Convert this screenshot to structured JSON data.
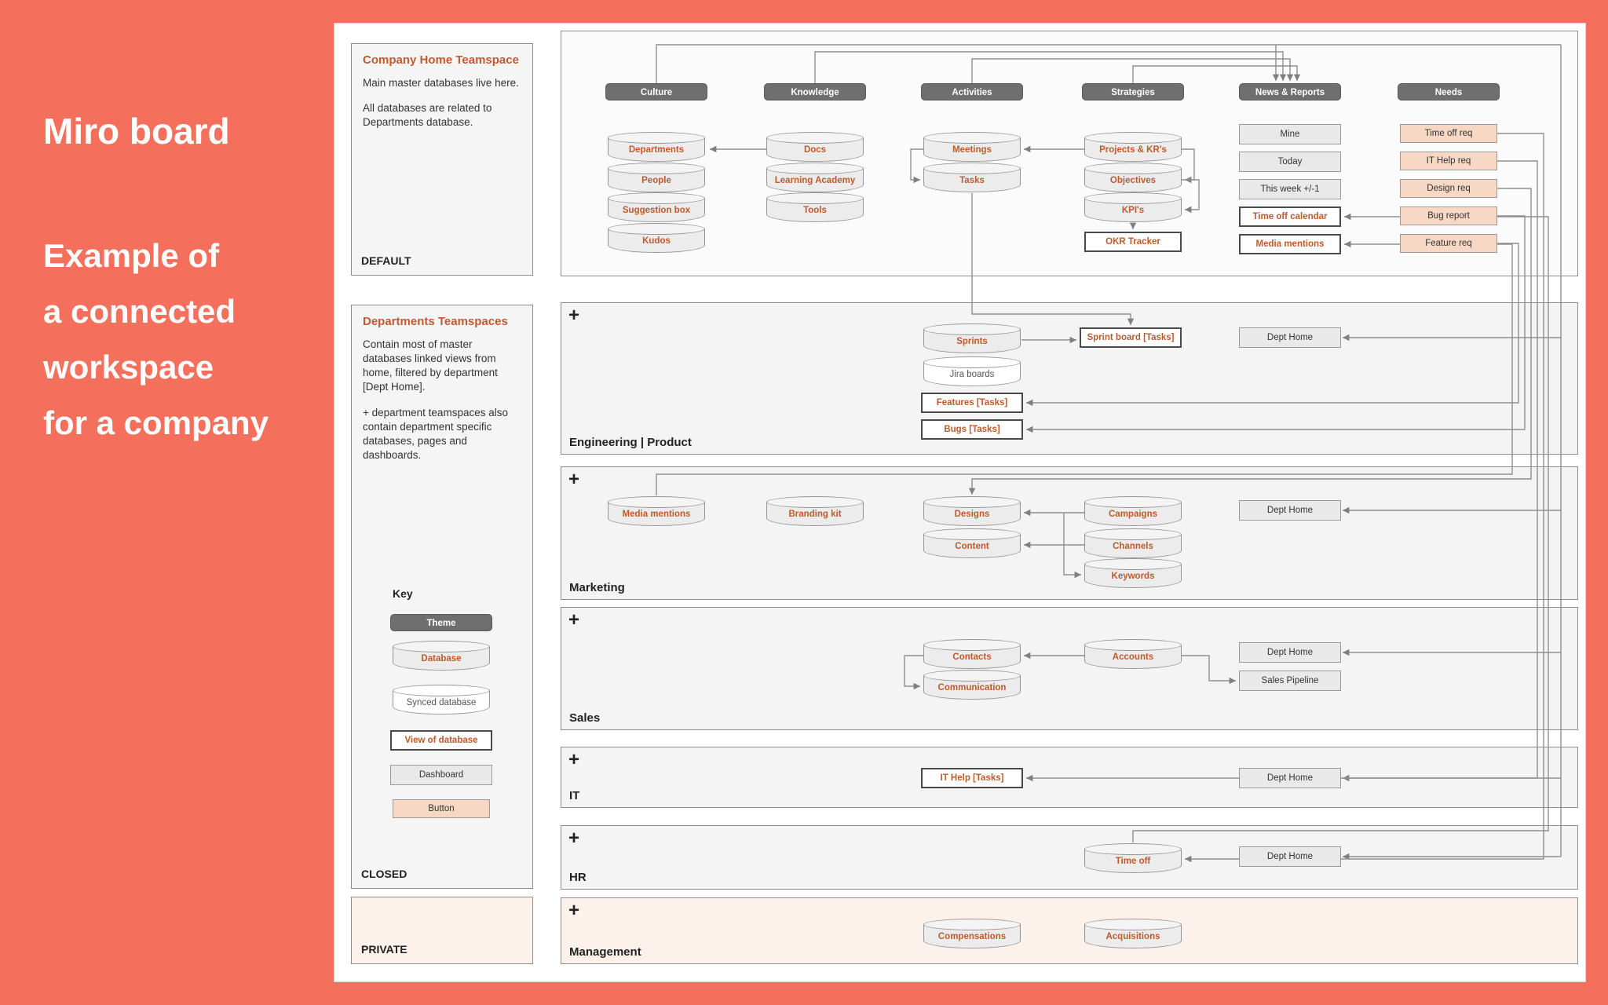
{
  "colors": {
    "background": "#F4705C",
    "accent_text": "#BE5A2B",
    "theme_pill": "#6F6F6F",
    "button_fill": "#F7D8C5"
  },
  "intro": {
    "title": "Miro board",
    "lines": [
      "Example of",
      "a connected",
      "workspace",
      "for a company"
    ]
  },
  "legend": {
    "home": {
      "title": "Company Home Teamspace",
      "p1": "Main master databases live here.",
      "p2": "All databases are related to Departments database.",
      "footer": "DEFAULT"
    },
    "departments": {
      "title": "Departments Teamspaces",
      "p1": "Contain most of master databases linked views from home, filtered by department [Dept Home].",
      "p2": "+ department teamspaces also contain department specific databases, pages and dashboards.",
      "key_title": "Key",
      "key": {
        "theme": "Theme",
        "database": "Database",
        "synced": "Synced database",
        "view": "View of database",
        "dashboard": "Dashboard",
        "button": "Button"
      },
      "footer": "CLOSED"
    },
    "private": {
      "footer": "PRIVATE"
    }
  },
  "home": {
    "themes": [
      "Culture",
      "Knowledge",
      "Activities",
      "Strategies",
      "News & Reports",
      "Needs"
    ],
    "culture": [
      "Departments",
      "People",
      "Suggestion box",
      "Kudos"
    ],
    "knowledge": [
      "Docs",
      "Learning Academy",
      "Tools"
    ],
    "activities": [
      "Meetings",
      "Tasks"
    ],
    "strategies": [
      "Projects & KR's",
      "Objectives",
      "KPI's"
    ],
    "okr": "OKR Tracker",
    "news_dash": [
      "Mine",
      "Today",
      "This week +/-1"
    ],
    "news_views": [
      "Time off calendar",
      "Media mentions"
    ],
    "needs": [
      "Time off req",
      "IT Help req",
      "Design req",
      "Bug report",
      "Feature req"
    ]
  },
  "sections": {
    "engineering": {
      "plus": "+",
      "label": "Engineering | Product",
      "sprints": "Sprints",
      "jira": "Jira boards",
      "features": "Features [Tasks]",
      "bugs": "Bugs [Tasks]",
      "sprint_board": "Sprint board [Tasks]",
      "dept_home": "Dept Home"
    },
    "marketing": {
      "plus": "+",
      "label": "Marketing",
      "media": "Media mentions",
      "branding": "Branding kit",
      "designs": "Designs",
      "content": "Content",
      "campaigns": "Campaigns",
      "channels": "Channels",
      "keywords": "Keywords",
      "dept_home": "Dept Home"
    },
    "sales": {
      "plus": "+",
      "label": "Sales",
      "contacts": "Contacts",
      "communication": "Communication",
      "accounts": "Accounts",
      "dept_home": "Dept Home",
      "pipeline": "Sales Pipeline"
    },
    "it": {
      "plus": "+",
      "label": "IT",
      "it_help": "IT Help [Tasks]",
      "dept_home": "Dept Home"
    },
    "hr": {
      "plus": "+",
      "label": "HR",
      "time_off": "Time off",
      "dept_home": "Dept Home"
    },
    "management": {
      "plus": "+",
      "label": "Management",
      "compensations": "Compensations",
      "acquisitions": "Acquisitions"
    }
  }
}
